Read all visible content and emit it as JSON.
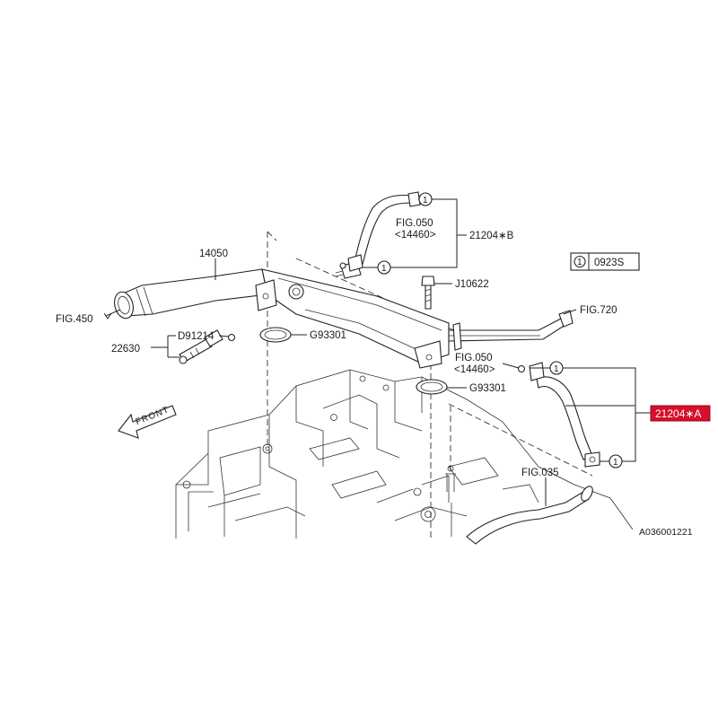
{
  "callouts": {
    "part_14050": "14050",
    "fig_450": "FIG.450",
    "part_d91214": "D91214",
    "part_22630": "22630",
    "part_g93301_a": "G93301",
    "part_g93301_b": "G93301",
    "fig_050_a": "FIG.050",
    "sub_14460_a": "<14460>",
    "fig_050_b": "FIG.050",
    "sub_14460_b": "<14460>",
    "part_21204b": "21204∗B",
    "part_21204a": "21204∗A",
    "part_j10622": "J10622",
    "fig_720": "FIG.720",
    "fig_035": "FIG.035",
    "front": "FRONT",
    "ref_0923s": "0923S",
    "circle_marker": "1",
    "drawing_id": "A036001221"
  },
  "colors": {
    "highlight": "#d6102a",
    "line": "#222222",
    "background": "#ffffff"
  }
}
